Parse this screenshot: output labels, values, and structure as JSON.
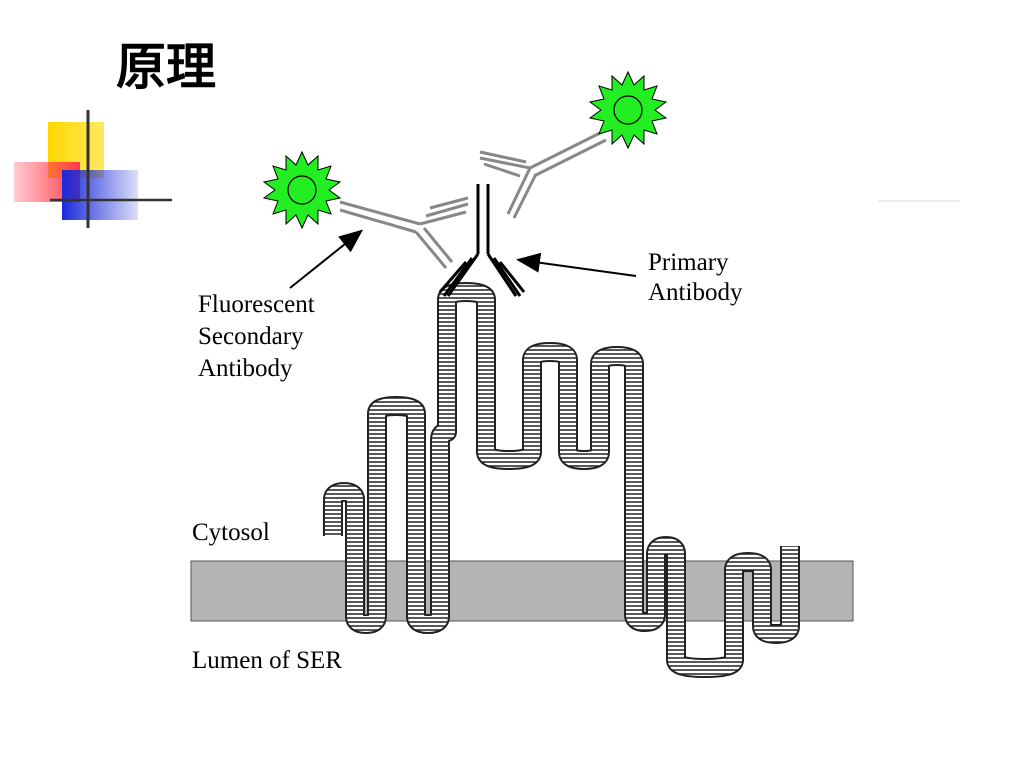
{
  "slide": {
    "title": "原理"
  },
  "diagram": {
    "labels": {
      "primary_antibody": [
        "Primary",
        "Antibody"
      ],
      "secondary_antibody": [
        "Fluorescent",
        "Secondary",
        "Antibody"
      ],
      "cytosol": "Cytosol",
      "lumen": "Lumen of SER"
    },
    "colors": {
      "fluorophore": "#22ee22",
      "secondary_antibody": "#888888",
      "primary_antibody": "#000000",
      "membrane": "#b4b4b4",
      "deco_yellow": "#ffd800",
      "deco_red": "#ff3a4a",
      "deco_blue": "#1a2ad8"
    },
    "icons": [
      "fluorophore-star-icon",
      "arrow-icon"
    ]
  }
}
